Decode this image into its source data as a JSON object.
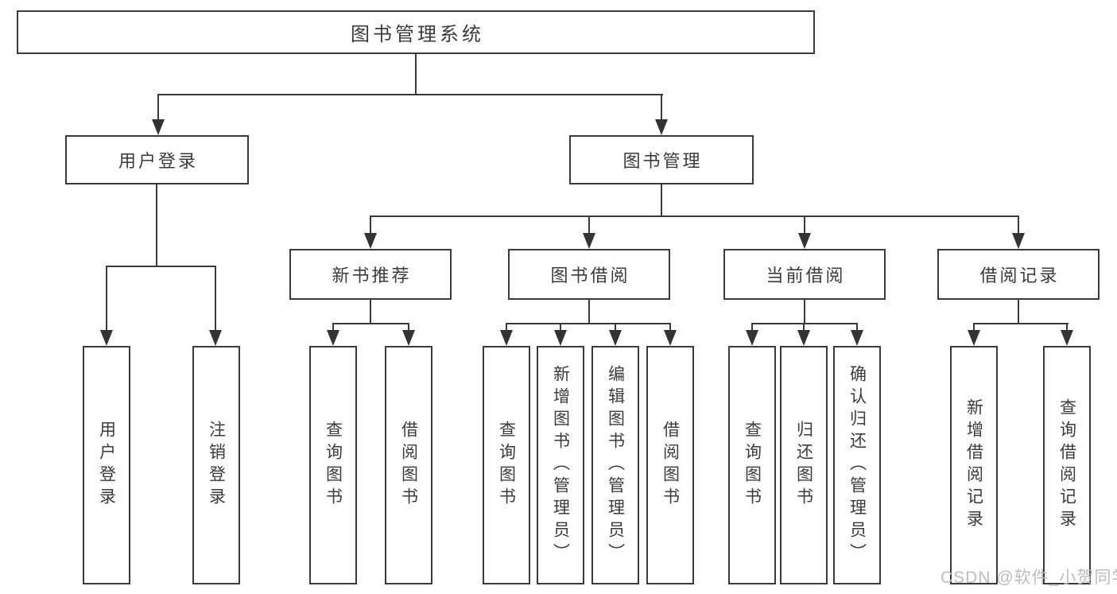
{
  "root": {
    "label": "图书管理系统"
  },
  "branches": {
    "user": {
      "label": "用户登录",
      "children": [
        {
          "label": "用户登录"
        },
        {
          "label": "注销登录"
        }
      ]
    },
    "books": {
      "label": "图书管理",
      "groups": [
        {
          "label": "新书推荐",
          "children": [
            {
              "label": "查询图书"
            },
            {
              "label": "借阅图书"
            }
          ]
        },
        {
          "label": "图书借阅",
          "children": [
            {
              "label": "查询图书"
            },
            {
              "label": "新增图书（管理员）"
            },
            {
              "label": "编辑图书（管理员）"
            },
            {
              "label": "借阅图书"
            }
          ]
        },
        {
          "label": "当前借阅",
          "children": [
            {
              "label": "查询图书"
            },
            {
              "label": "归还图书"
            },
            {
              "label": "确认归还（管理员）"
            }
          ]
        },
        {
          "label": "借阅记录",
          "children": [
            {
              "label": "新增借阅记录"
            },
            {
              "label": "查询借阅记录"
            }
          ]
        }
      ]
    }
  },
  "watermark": {
    "text": "CSDN @软件_小贺同学"
  },
  "colors": {
    "background": "#ffffff",
    "line": "#3a3a3a",
    "text": "#3b3b3b",
    "watermark": "#bdbdbd"
  }
}
